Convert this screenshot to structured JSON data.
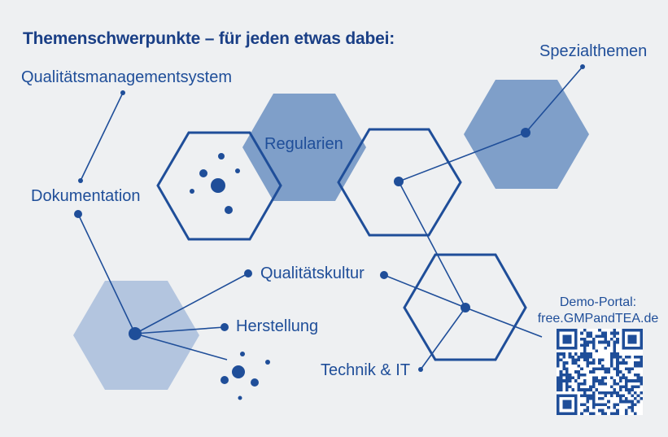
{
  "title": "Themenschwerpunkte – für jeden etwas dabei:",
  "topics": {
    "qms": "Qualitätsmanagementsystem",
    "spezialthemen": "Spezialthemen",
    "regularien": "Regularien",
    "dokumentation": "Dokumentation",
    "qualitaetskultur": "Qualitätskultur",
    "herstellung": "Herstellung",
    "technik": "Technik & IT"
  },
  "demo": {
    "label": "Demo-Portal:",
    "url": "free.GMPandTEA.de"
  },
  "colors": {
    "background": "#eef0f2",
    "primary": "#1f4e99",
    "hex_fill_mid": "#7f9fc9",
    "hex_fill_light": "#b3c5df"
  }
}
